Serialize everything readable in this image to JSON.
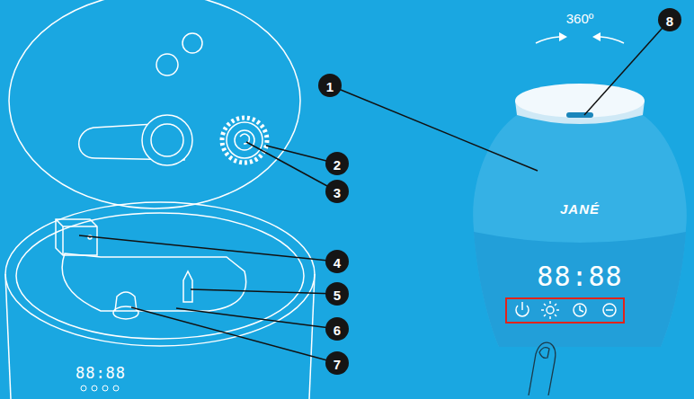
{
  "diagram": {
    "labels": [
      "360º",
      "1",
      "2",
      "3",
      "4",
      "5",
      "6",
      "7",
      "8",
      "JANÉ",
      "88:88",
      "88:88"
    ]
  }
}
